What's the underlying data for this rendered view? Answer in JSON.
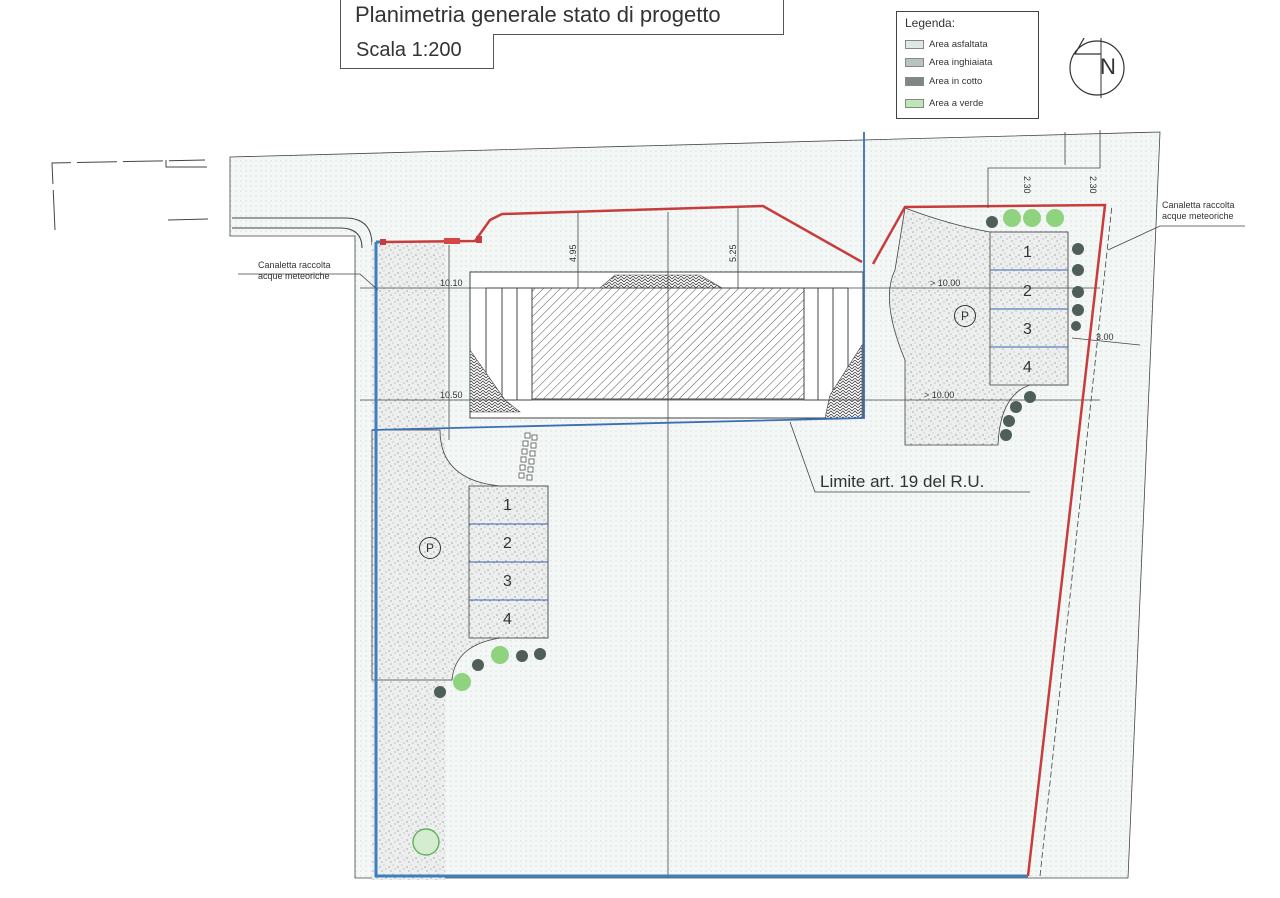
{
  "header": {
    "title": "Planimetria generale stato di progetto",
    "scale": "Scala 1:200"
  },
  "legend": {
    "heading": "Legenda:",
    "items": [
      {
        "label": "Area asfaltata",
        "color": "#dfe8e6"
      },
      {
        "label": "Area inghiaiata",
        "color": "#b9c3c0"
      },
      {
        "label": "Area in cotto",
        "color": "#7f8786"
      },
      {
        "label": "Area a verde",
        "color": "#bfe6b6"
      }
    ]
  },
  "north_arrow": {
    "label": "N"
  },
  "annotations": {
    "canaletta_left": [
      "Canaletta raccolta",
      "acque meteoriche"
    ],
    "canaletta_right": [
      "Canaletta raccolta",
      "acque meteoriche"
    ],
    "limite": "Limite art. 19 del R.U."
  },
  "dimensions": {
    "d_495": "4.95",
    "d_525": "5.25",
    "d_1010": "10.10",
    "d_1050": "10.50",
    "d_gt1000_top": "> 10.00",
    "d_gt1000_bottom": "> 10.00",
    "d_300": "3.00",
    "d_230_a": "2.30",
    "d_230_b": "2.30"
  },
  "parking_right": {
    "symbol": "P",
    "slots": [
      "1",
      "2",
      "3",
      "4"
    ]
  },
  "parking_left": {
    "symbol": "P",
    "slots": [
      "1",
      "2",
      "3",
      "4"
    ]
  },
  "colors": {
    "boundary_blue": "#3b7fc0",
    "boundary_red": "#c83c3c",
    "line": "#444444",
    "asphalt": "#eef3f2",
    "gravel": "#e9ecec",
    "greenery": "#8fd37f"
  }
}
